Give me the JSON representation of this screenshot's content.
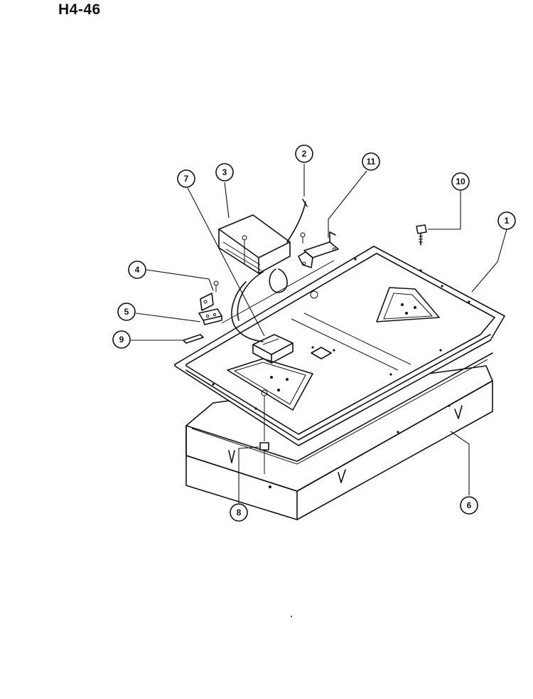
{
  "header": {
    "code": "H4-46"
  },
  "callouts": [
    {
      "id": "c1",
      "label": "1",
      "part": "main-top"
    },
    {
      "id": "c2",
      "label": "2",
      "part": "wire-lead"
    },
    {
      "id": "c3",
      "label": "3",
      "part": "ignition-module"
    },
    {
      "id": "c4",
      "label": "4",
      "part": "hinge-bracket"
    },
    {
      "id": "c5",
      "label": "5",
      "part": "hinge"
    },
    {
      "id": "c6",
      "label": "6",
      "part": "burner-box"
    },
    {
      "id": "c7",
      "label": "7",
      "part": "wire-harness"
    },
    {
      "id": "c8",
      "label": "8",
      "part": "screw"
    },
    {
      "id": "c9",
      "label": "9",
      "part": "spacer"
    },
    {
      "id": "c10",
      "label": "10",
      "part": "stud-screw"
    },
    {
      "id": "c11",
      "label": "11",
      "part": "mounting-bracket"
    }
  ]
}
